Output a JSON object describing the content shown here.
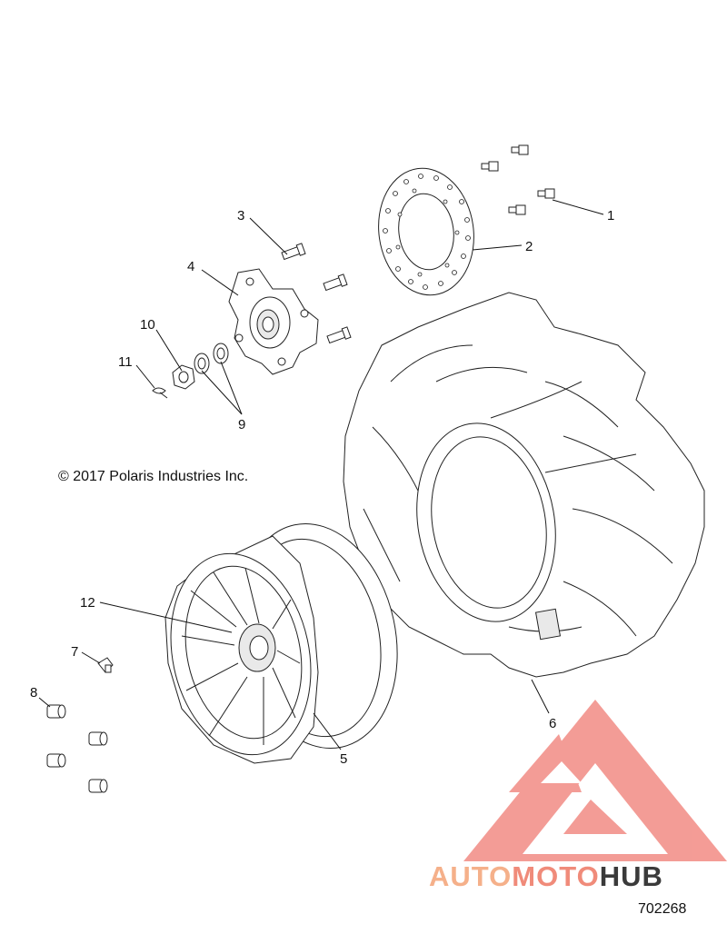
{
  "copyright": "© 2017 Polaris Industries Inc.",
  "figure_id": "702268",
  "callouts": {
    "c1": "1",
    "c2": "2",
    "c3": "3",
    "c4": "4",
    "c5": "5",
    "c6": "6",
    "c7": "7",
    "c8": "8",
    "c9": "9",
    "c10": "10",
    "c11": "11",
    "c12": "12"
  },
  "watermark": {
    "word_auto": "AUTO",
    "word_moto": "MOTO",
    "word_hub": "HUB",
    "color_auto": "#f5b08a",
    "color_moto": "#f08b7a",
    "color_hub": "#3a3a3a",
    "logo_color": "#f28b84"
  }
}
